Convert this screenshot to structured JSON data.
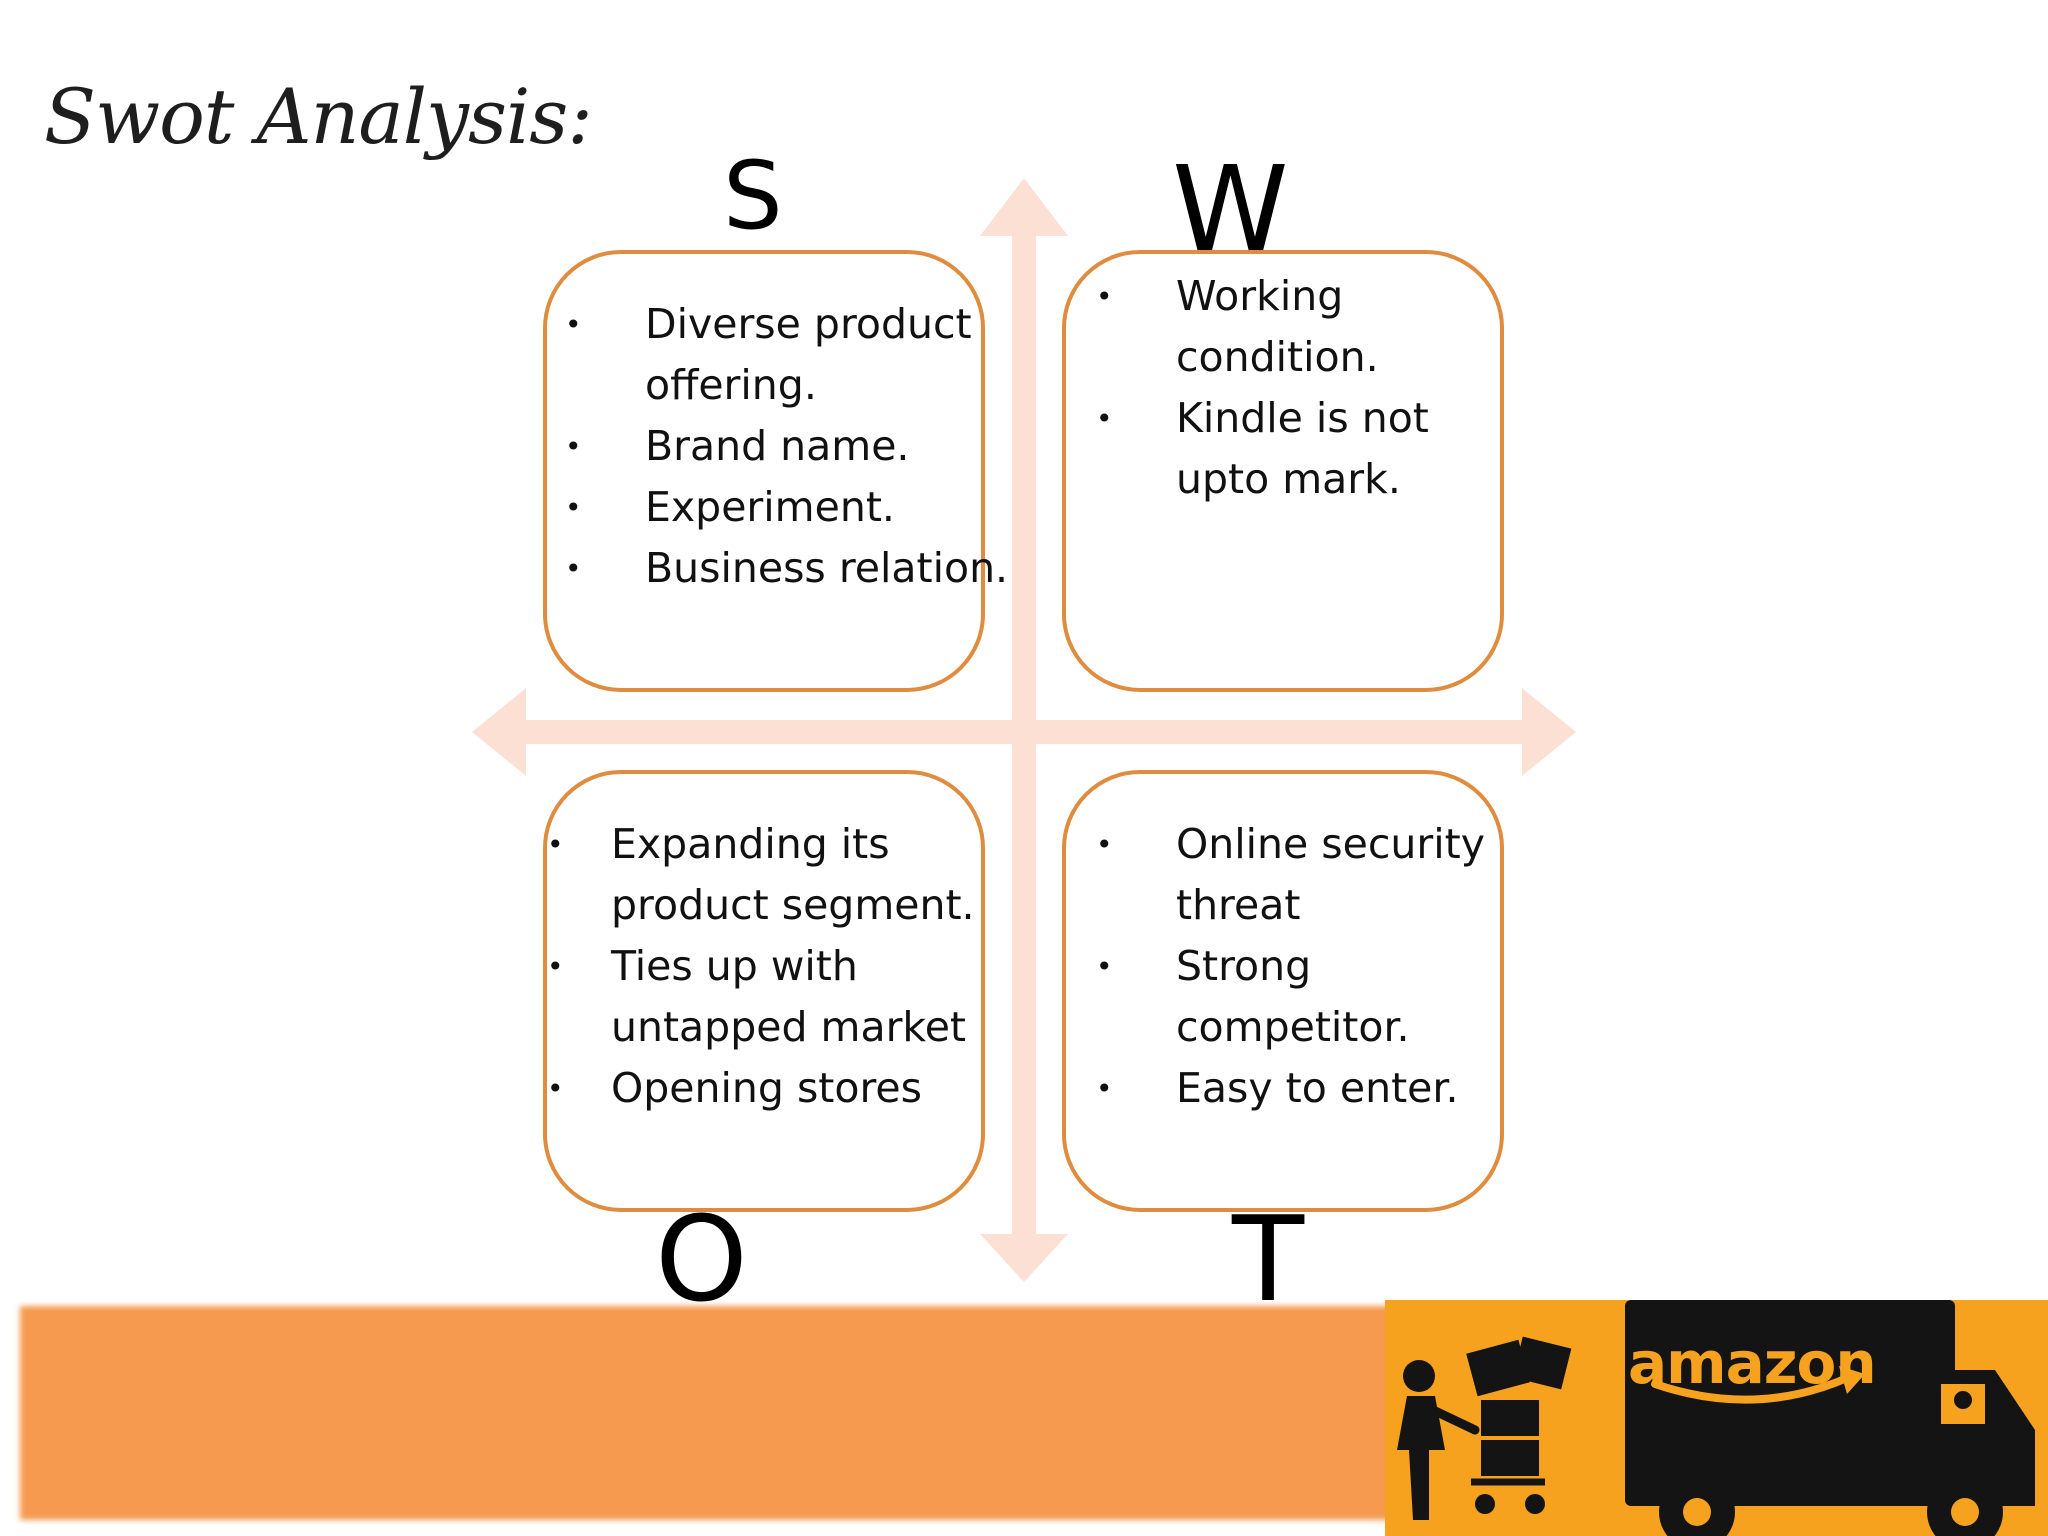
{
  "title": "Swot Analysis:",
  "quadrants": {
    "s": {
      "letter": "S",
      "items": [
        "Diverse product",
        "offering.",
        "Brand name.",
        "Experiment.",
        "Business relation."
      ],
      "bullets": [
        "•",
        "",
        "•",
        "•",
        "•"
      ]
    },
    "w": {
      "letter": "W",
      "items": [
        "Working",
        "condition.",
        "Kindle is not",
        "upto mark."
      ],
      "bullets": [
        "•",
        "",
        "•",
        ""
      ]
    },
    "o": {
      "letter": "O",
      "items": [
        "Expanding its",
        "product segment.",
        "Ties up with",
        "untapped market",
        "Opening stores"
      ],
      "bullets": [
        "•",
        "",
        "•",
        "",
        "•"
      ]
    },
    "t": {
      "letter": "T",
      "items": [
        "Online security",
        "threat",
        "Strong",
        "competitor.",
        "Easy to enter."
      ],
      "bullets": [
        "•",
        "",
        "•",
        "",
        "•"
      ]
    }
  },
  "logo": {
    "text": "amazon"
  },
  "colors": {
    "box_border": "#df8c3f",
    "axis": "#fde0d4",
    "band": "#f59a4e",
    "truck": "#141414",
    "truck_panel": "#f7a21e"
  }
}
